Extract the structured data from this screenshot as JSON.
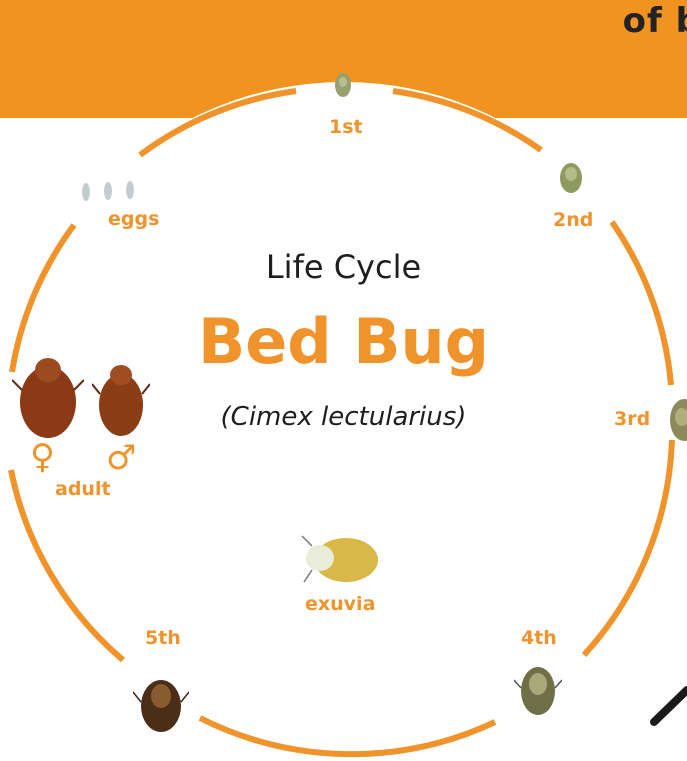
{
  "banner": {
    "text": "of b",
    "color": "#f0931f"
  },
  "center": {
    "subtitle": "Life Cycle",
    "title": "Bed Bug",
    "scientific_name": "(Cimex lectularius)"
  },
  "stages": {
    "eggs": "eggs",
    "first": "1st",
    "second": "2nd",
    "third": "3rd",
    "fourth": "4th",
    "fifth": "5th",
    "adult": "adult",
    "exuvia": "exuvia"
  },
  "adult_sexes": {
    "female_symbol": "♀",
    "male_symbol": "♂"
  },
  "colors": {
    "accent": "#f0932b",
    "text_dark": "#1e1e1e",
    "bug_brown": "#8a3a14",
    "nymph_green": "#9aa36a",
    "exuvia_yellow": "#d9b84a"
  },
  "icons": [
    "egg-icon",
    "nymph-icon",
    "adult-bug-icon",
    "exuvia-icon",
    "magnifier-handle-icon"
  ]
}
